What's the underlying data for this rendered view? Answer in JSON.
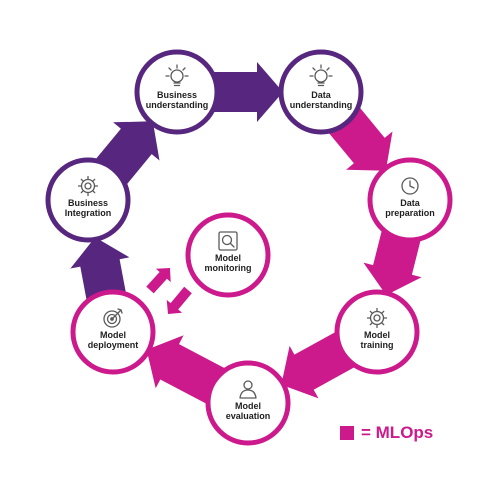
{
  "colors": {
    "purple": "#57267e",
    "magenta": "#cc1a8c",
    "node_fill": "#ffffff",
    "icon_stroke": "#5a5a5a",
    "text": "#1f1f1f"
  },
  "nodes": [
    {
      "id": "business-understanding",
      "lines": [
        "Business",
        "understanding"
      ],
      "icon": "lightbulb-icon",
      "ring": "purple"
    },
    {
      "id": "data-understanding",
      "lines": [
        "Data",
        "understanding"
      ],
      "icon": "lightbulb-icon",
      "ring": "purple"
    },
    {
      "id": "data-preparation",
      "lines": [
        "Data",
        "preparation"
      ],
      "icon": "clock-icon",
      "ring": "magenta"
    },
    {
      "id": "model-training",
      "lines": [
        "Model",
        "training"
      ],
      "icon": "gear-icon",
      "ring": "magenta"
    },
    {
      "id": "model-evaluation",
      "lines": [
        "Model",
        "evaluation"
      ],
      "icon": "person-icon",
      "ring": "magenta"
    },
    {
      "id": "model-deployment",
      "lines": [
        "Model",
        "deployment"
      ],
      "icon": "target-icon",
      "ring": "magenta"
    },
    {
      "id": "business-integration",
      "lines": [
        "Business",
        "Integration"
      ],
      "icon": "gear-icon",
      "ring": "purple"
    },
    {
      "id": "model-monitoring",
      "lines": [
        "Model",
        "monitoring"
      ],
      "icon": "magnifier-icon",
      "ring": "magenta"
    }
  ],
  "legend": {
    "label": "= MLOps",
    "color": "#cc1a8c"
  }
}
